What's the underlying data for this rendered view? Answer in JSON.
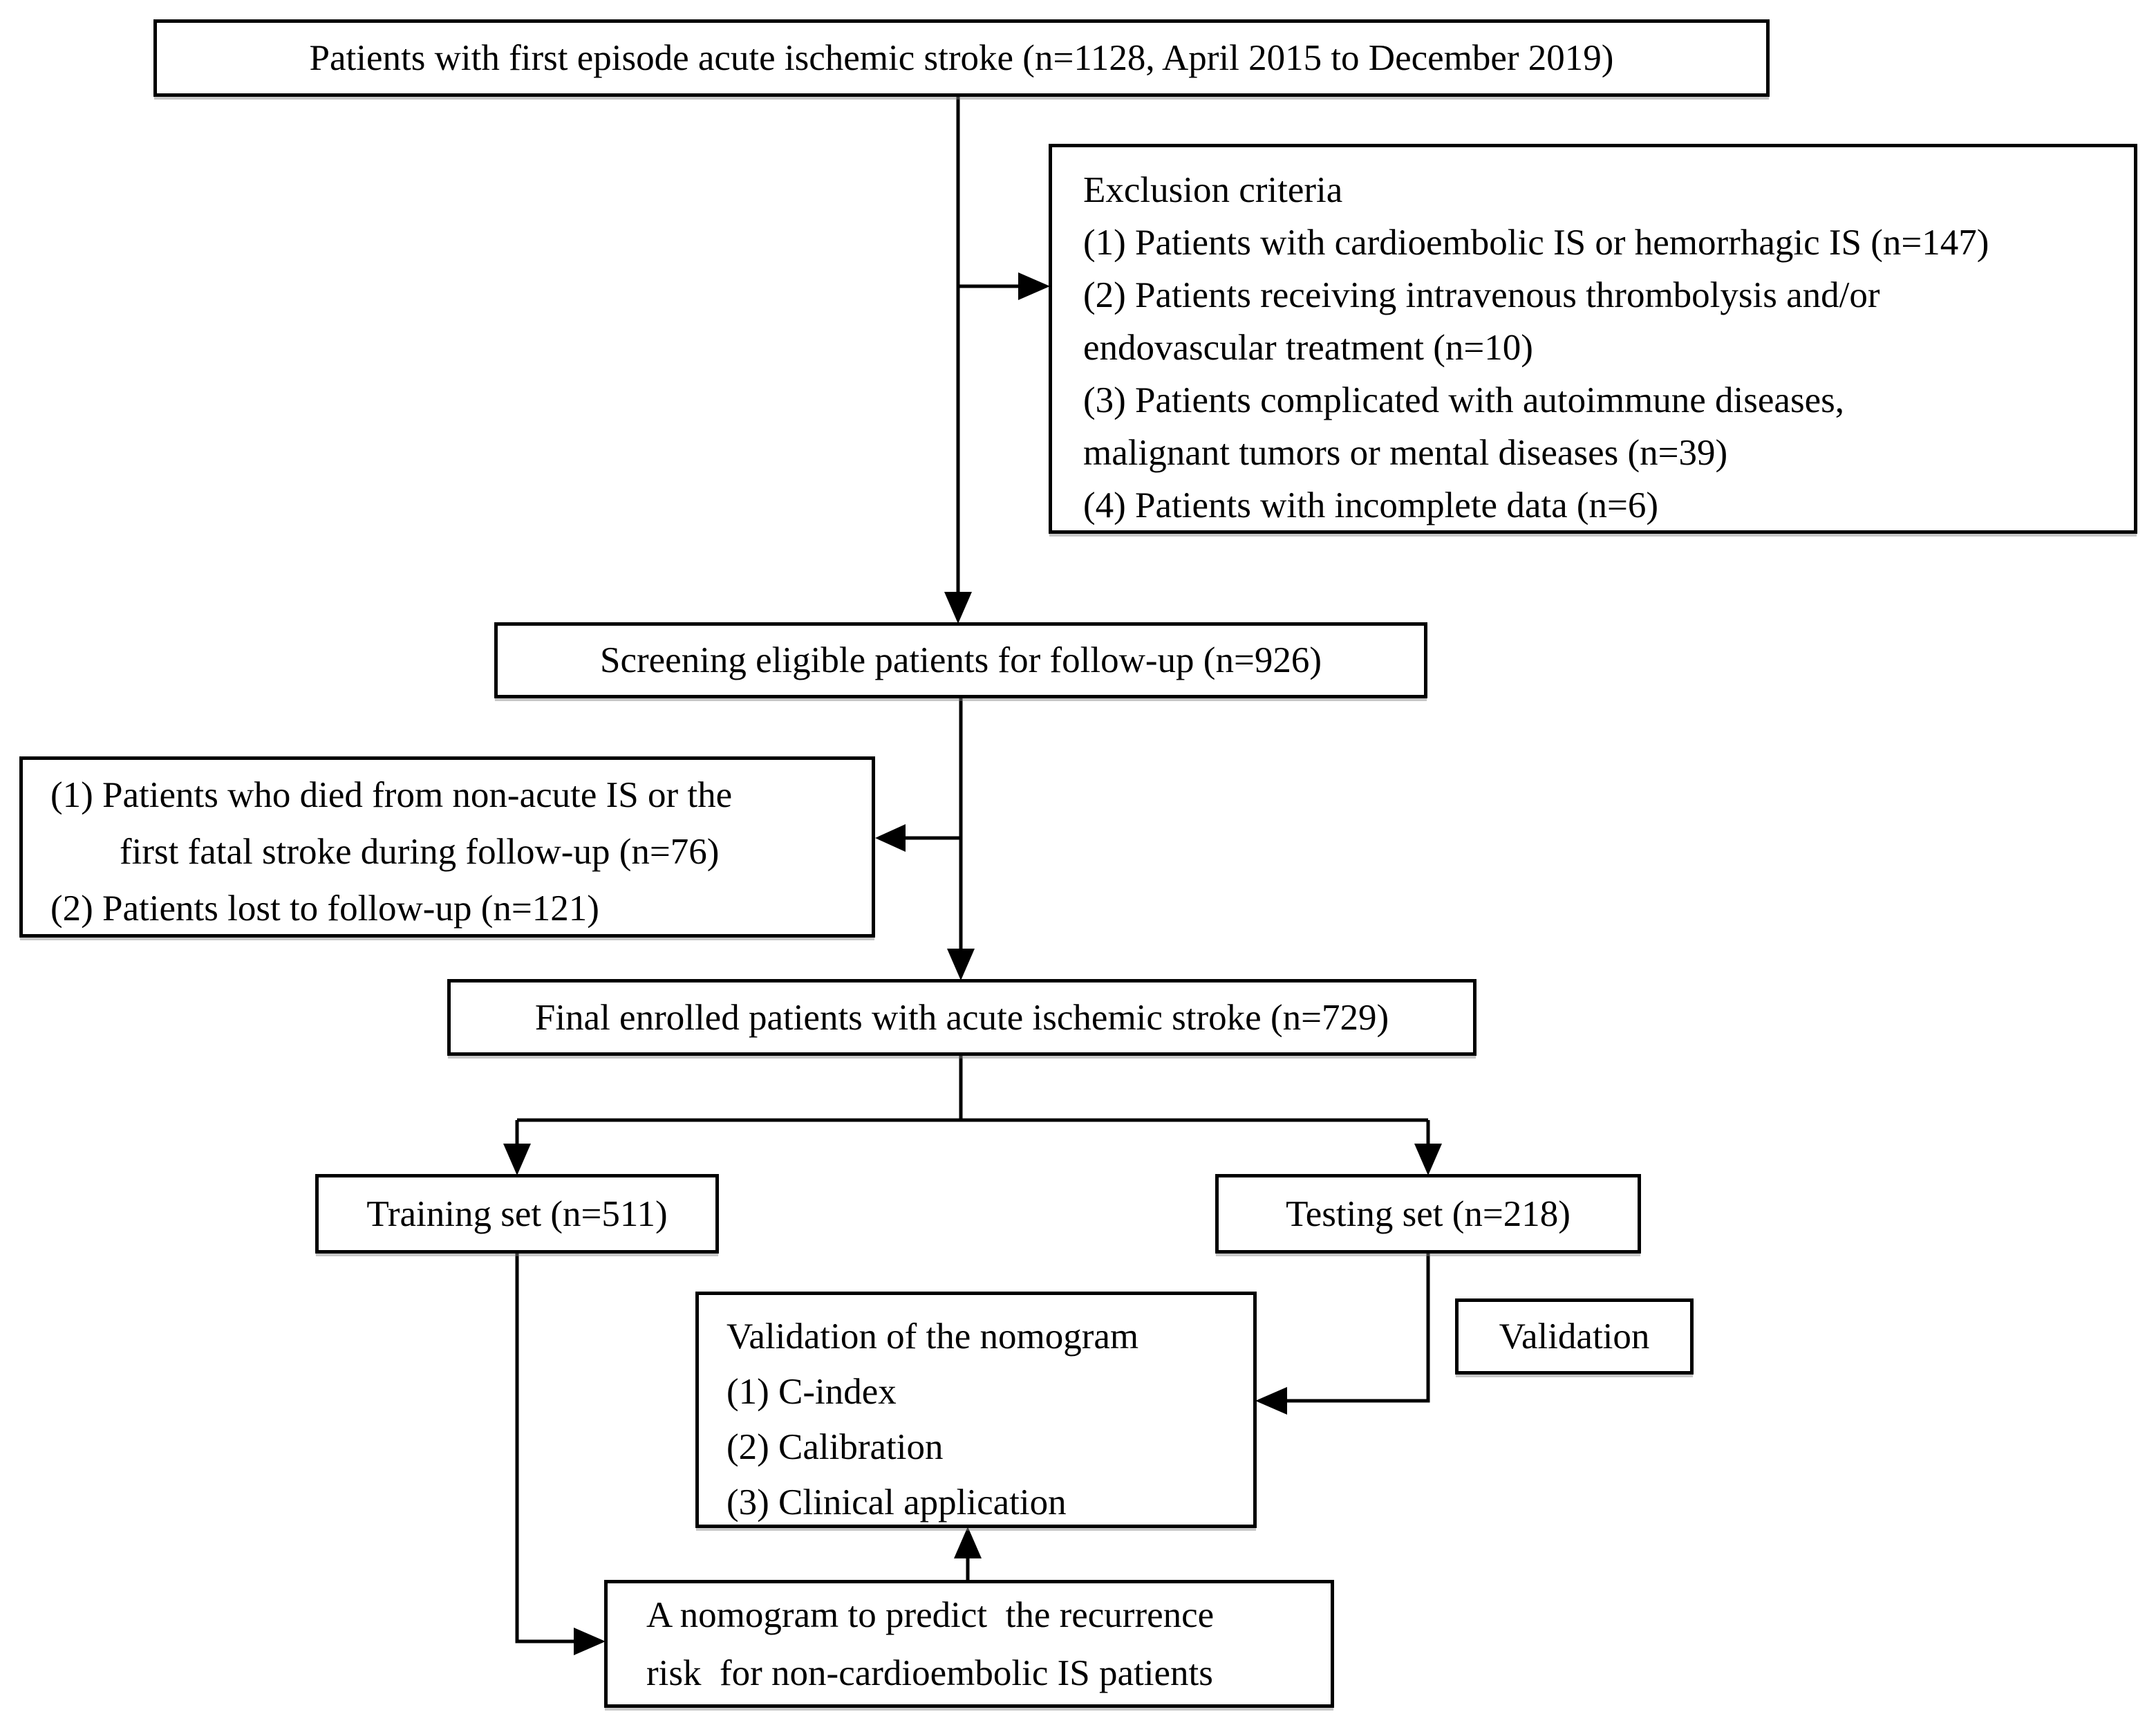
{
  "diagram": {
    "kind": "patient-enrollment-flowchart",
    "colors": {
      "background": "#ffffff",
      "ink": "#000000"
    }
  },
  "boxes": {
    "initial": {
      "lines": [
        "Patients with first episode acute ischemic stroke (n=1128, April 2015 to December 2019)"
      ]
    },
    "exclusion": {
      "lines": [
        "Exclusion criteria",
        "(1) Patients with cardioembolic IS or hemorrhagic IS (n=147)",
        "(2) Patients receiving intravenous thrombolysis and/or",
        "endovascular treatment (n=10)",
        "(3) Patients complicated with autoimmune diseases,",
        "malignant tumors or mental diseases (n=39)",
        "(4) Patients with incomplete data (n=6)"
      ]
    },
    "screening": {
      "lines": [
        "Screening eligible patients for follow-up (n=926)"
      ]
    },
    "followup_exclusion": {
      "lines": [
        "(1) Patients who died from non-acute IS or the",
        "first fatal stroke during follow-up (n=76)",
        "(2) Patients lost to follow-up (n=121)"
      ]
    },
    "final": {
      "lines": [
        "Final enrolled patients with acute ischemic stroke (n=729)"
      ]
    },
    "training": {
      "lines": [
        "Training set (n=511)"
      ]
    },
    "testing": {
      "lines": [
        "Testing set (n=218)"
      ]
    },
    "validation_methods": {
      "lines": [
        "Validation of the nomogram",
        "(1) C-index",
        "(2) Calibration",
        "(3) Clinical application"
      ]
    },
    "validation_label": {
      "lines": [
        "Validation"
      ]
    },
    "nomogram": {
      "lines": [
        "A nomogram to predict  the recurrence",
        "risk  for non-cardioembolic IS patients"
      ]
    }
  },
  "edges": [
    {
      "from": "initial",
      "to": "screening",
      "style": "arrow"
    },
    {
      "from": "initial-screening-line",
      "to": "exclusion",
      "style": "arrow"
    },
    {
      "from": "screening",
      "to": "final",
      "style": "arrow"
    },
    {
      "from": "screening-final-line",
      "to": "followup_exclusion",
      "style": "arrow"
    },
    {
      "from": "final",
      "to": "training",
      "style": "arrow"
    },
    {
      "from": "final",
      "to": "testing",
      "style": "arrow"
    },
    {
      "from": "training",
      "to": "nomogram",
      "style": "arrow"
    },
    {
      "from": "testing",
      "to": "validation_methods",
      "style": "arrow"
    },
    {
      "from": "nomogram",
      "to": "validation_methods",
      "style": "arrow"
    }
  ]
}
